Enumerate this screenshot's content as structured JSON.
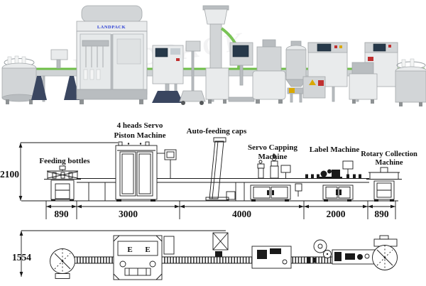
{
  "photo": {
    "watermark": "LANDPACK",
    "logo": "LANDPACK"
  },
  "side_view": {
    "height_dim": "2100",
    "machine_labels": {
      "feeding_bottles": "Feeding bottles",
      "piston_line1": "4 heads Servo",
      "piston_line2": "Piston Machine",
      "auto_caps": "Auto-feeding caps",
      "capping_line1": "Servo Capping",
      "capping_line2": "Machine",
      "label_machine": "Label Machine",
      "rotary_line1": "Rotary Collection",
      "rotary_line2": "Machine"
    },
    "width_dims": [
      "890",
      "3000",
      "4000",
      "2000",
      "890"
    ]
  },
  "top_view": {
    "height_dim": "1554",
    "marks": [
      "E",
      "E"
    ]
  },
  "colors": {
    "belt_green": "#6fbf48",
    "hose_green": "#79c355",
    "screen_dark": "#27394a",
    "logo_blue": "#2b3fd4",
    "accent_red": "#c03030",
    "accent_yellow": "#d9a800",
    "steel_light": "#e9ebec",
    "steel_mid": "#d2d5d7",
    "steel_dark": "#b9bdc0",
    "steel_stroke": "#a4a8ab",
    "base_navy": "#3a4660",
    "line_black": "#1a1a1a",
    "watermark_gray": "#e9e9eb"
  }
}
